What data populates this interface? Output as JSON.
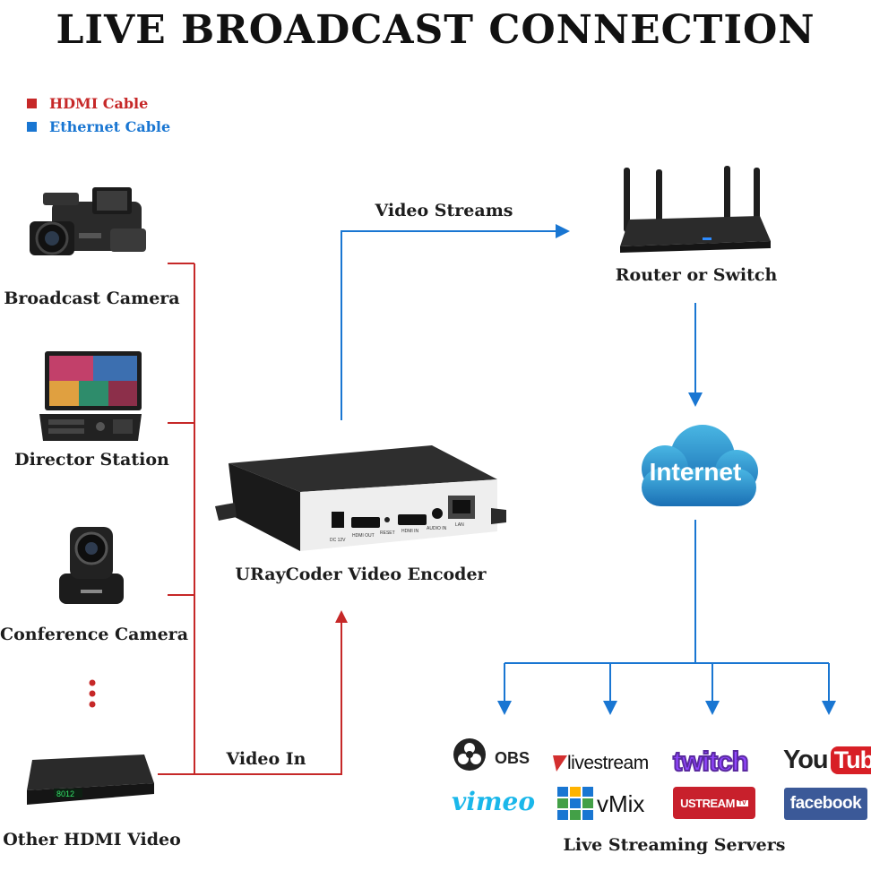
{
  "title": "LIVE BROADCAST CONNECTION",
  "legend": [
    {
      "label": "HDMI Cable",
      "color": "#c62828"
    },
    {
      "label": "Ethernet Cable",
      "color": "#1976d2"
    }
  ],
  "sources": {
    "broadcast_camera": "Broadcast Camera",
    "director_station": "Director Station",
    "conference_camera": "Conference Camera",
    "other_hdmi": "Other HDMI Video"
  },
  "edges": {
    "video_in": "Video In",
    "video_streams": "Video Streams"
  },
  "encoder": {
    "label": "URayCoder Video Encoder",
    "ports": [
      "DC 12V",
      "HDMI OUT",
      "RESET",
      "HDMI IN",
      "AUDIO IN",
      "LAN"
    ]
  },
  "router": "Router or Switch",
  "internet": "Internet",
  "servers": {
    "label": "Live Streaming Servers",
    "logos": {
      "obs": "OBS",
      "livestream": "livestream",
      "twitch": "twitch",
      "youtube_you": "You",
      "youtube_tube": "Tube",
      "vimeo": "vimeo",
      "vmix": "vMix",
      "ustream": "USTREAM",
      "ustream_tv": "TV",
      "facebook": "facebook"
    }
  },
  "stb_display": "8012",
  "colors": {
    "hdmi": "#c62828",
    "ethernet": "#1976d2"
  }
}
